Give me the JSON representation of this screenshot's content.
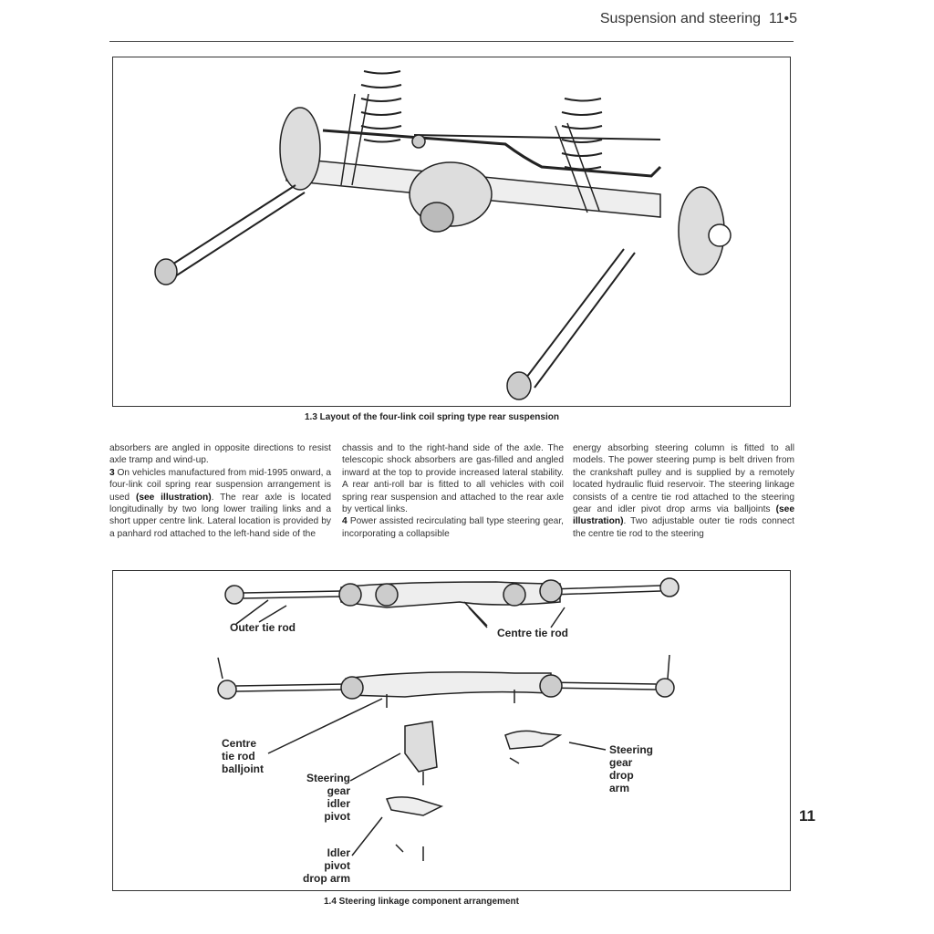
{
  "header": {
    "section_title": "Suspension and steering",
    "page_number": "11•5"
  },
  "figure1": {
    "caption": "1.3 Layout of the four-link coil spring type rear suspension"
  },
  "body": {
    "col1": [
      {
        "type": "text",
        "text": "absorbers are angled in opposite directions to resist axle tramp and wind-up."
      },
      {
        "type": "para",
        "num": "3",
        "pre": " On vehicles manufactured from mid-1995 onward, a four-link coil spring rear suspension arrangement is used ",
        "bold": "(see illustration)",
        "post": ". The rear axle is located longitudinally by two long lower trailing links and a short upper centre link. Lateral location is provided by a panhard rod attached to the left-hand side of the"
      }
    ],
    "col2": [
      {
        "type": "text",
        "text": "chassis and to the right-hand side of the axle. The telescopic shock absorbers are gas-filled and angled inward at the top to provide increased lateral stability. A rear anti-roll bar is fitted to all vehicles with coil spring rear suspension and attached to the rear axle by vertical links."
      },
      {
        "type": "para",
        "num": "4",
        "pre": " Power assisted recirculating ball type steering gear, incorporating a collapsible",
        "bold": "",
        "post": ""
      }
    ],
    "col3": [
      {
        "type": "para",
        "num": "",
        "pre": "energy absorbing steering column is fitted to all models. The power steering pump is belt driven from the crankshaft pulley and is supplied by a remotely located hydraulic fluid reservoir. The steering linkage consists of a centre tie rod attached to the steering gear and idler pivot drop arms via balljoints ",
        "bold": "(see illustration)",
        "post": ". Two adjustable outer tie rods connect the centre tie rod to the steering"
      }
    ]
  },
  "figure2": {
    "caption": "1.4 Steering linkage component arrangement",
    "labels": {
      "outer_tie_rod": "Outer tie rod",
      "centre_tie_rod": "Centre tie rod",
      "centre_tie_rod_balljoint": [
        "Centre",
        "tie rod",
        "balljoint"
      ],
      "steering_gear_idler_pivot": [
        "Steering",
        "gear",
        "idler",
        "pivot"
      ],
      "idler_pivot_drop_arm": [
        "Idler",
        "pivot",
        "drop arm"
      ],
      "steering_gear_drop_arm": [
        "Steering",
        "gear",
        "drop",
        "arm"
      ]
    }
  },
  "chapter_tab": "11"
}
